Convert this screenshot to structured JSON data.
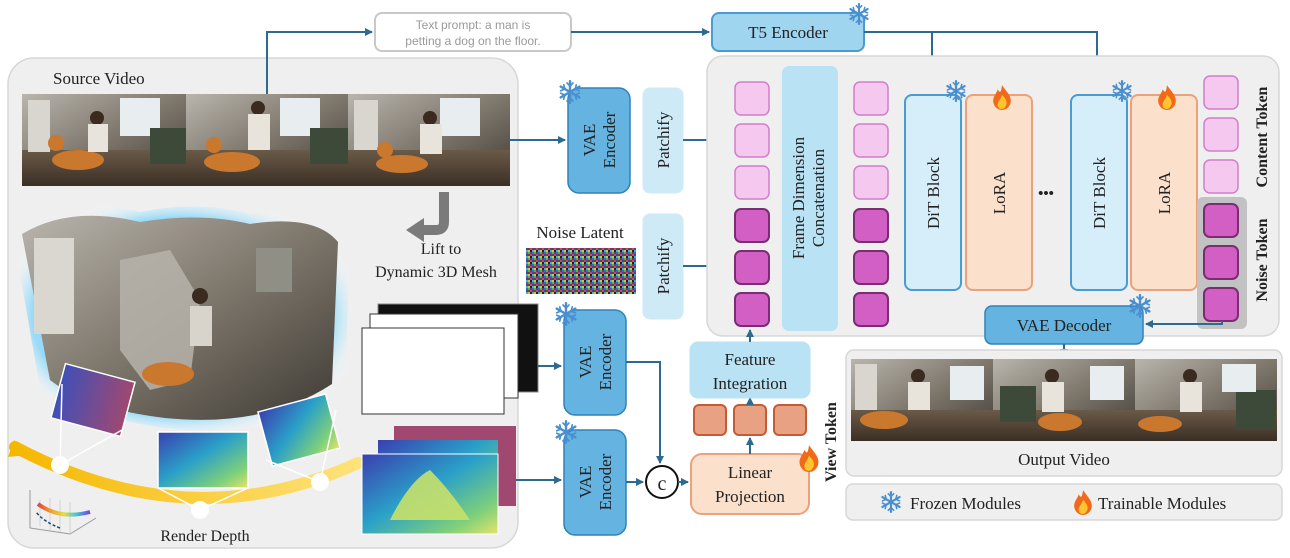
{
  "colors": {
    "module_blue": "#9fd5ef",
    "module_blue_stroke": "#4a9bd0",
    "light_blue": "#cfeaf7",
    "lora_fill": "#fbe0cc",
    "lora_stroke": "#e9a27b",
    "content_token": "#f4c8ef",
    "content_token_stroke": "#d27fc9",
    "noise_token": "#d15fc4",
    "noise_token_stroke": "#7b2c72",
    "view_token": "#e8a283",
    "view_token_stroke": "#c45b34",
    "arrow": "#2c6b8f",
    "panel_gray": "#efefef",
    "view_token_label": "#c0571a",
    "content_token_label": "#d27fc9",
    "noise_token_label": "#7b2c72"
  },
  "labels": {
    "text_prompt_line1": "Text prompt: a man is",
    "text_prompt_line2": "petting a dog on the floor.",
    "t5_encoder": "T5 Encoder",
    "source_video": "Source Video",
    "vae_encoder_top": "VAE",
    "vae_encoder_bottom": "Encoder",
    "patchify": "Patchify",
    "noise_latent": "Noise Latent",
    "frame_concat_line1": "Frame Dimension",
    "frame_concat_line2": "Concatenation",
    "dit_block": "DiT Block",
    "lora": "LoRA",
    "ellipsis": "•••",
    "content_token": "Content Token",
    "noise_token": "Noise Token",
    "lift_line1": "Lift to",
    "lift_line2": "Dynamic 3D Mesh",
    "vae_decoder": "VAE Decoder",
    "feature_integration_line1": "Feature",
    "feature_integration_line2": "Integration",
    "view_token": "View Token",
    "linear_projection_line1": "Linear",
    "linear_projection_line2": "Projection",
    "concat_symbol": "c",
    "output_video": "Output Video",
    "render_depth": "Render Depth",
    "frozen_modules": "Frozen Modules",
    "trainable_modules": "Trainable Modules"
  },
  "icons": {
    "frozen": "snowflake-icon",
    "trainable": "flame-icon"
  }
}
